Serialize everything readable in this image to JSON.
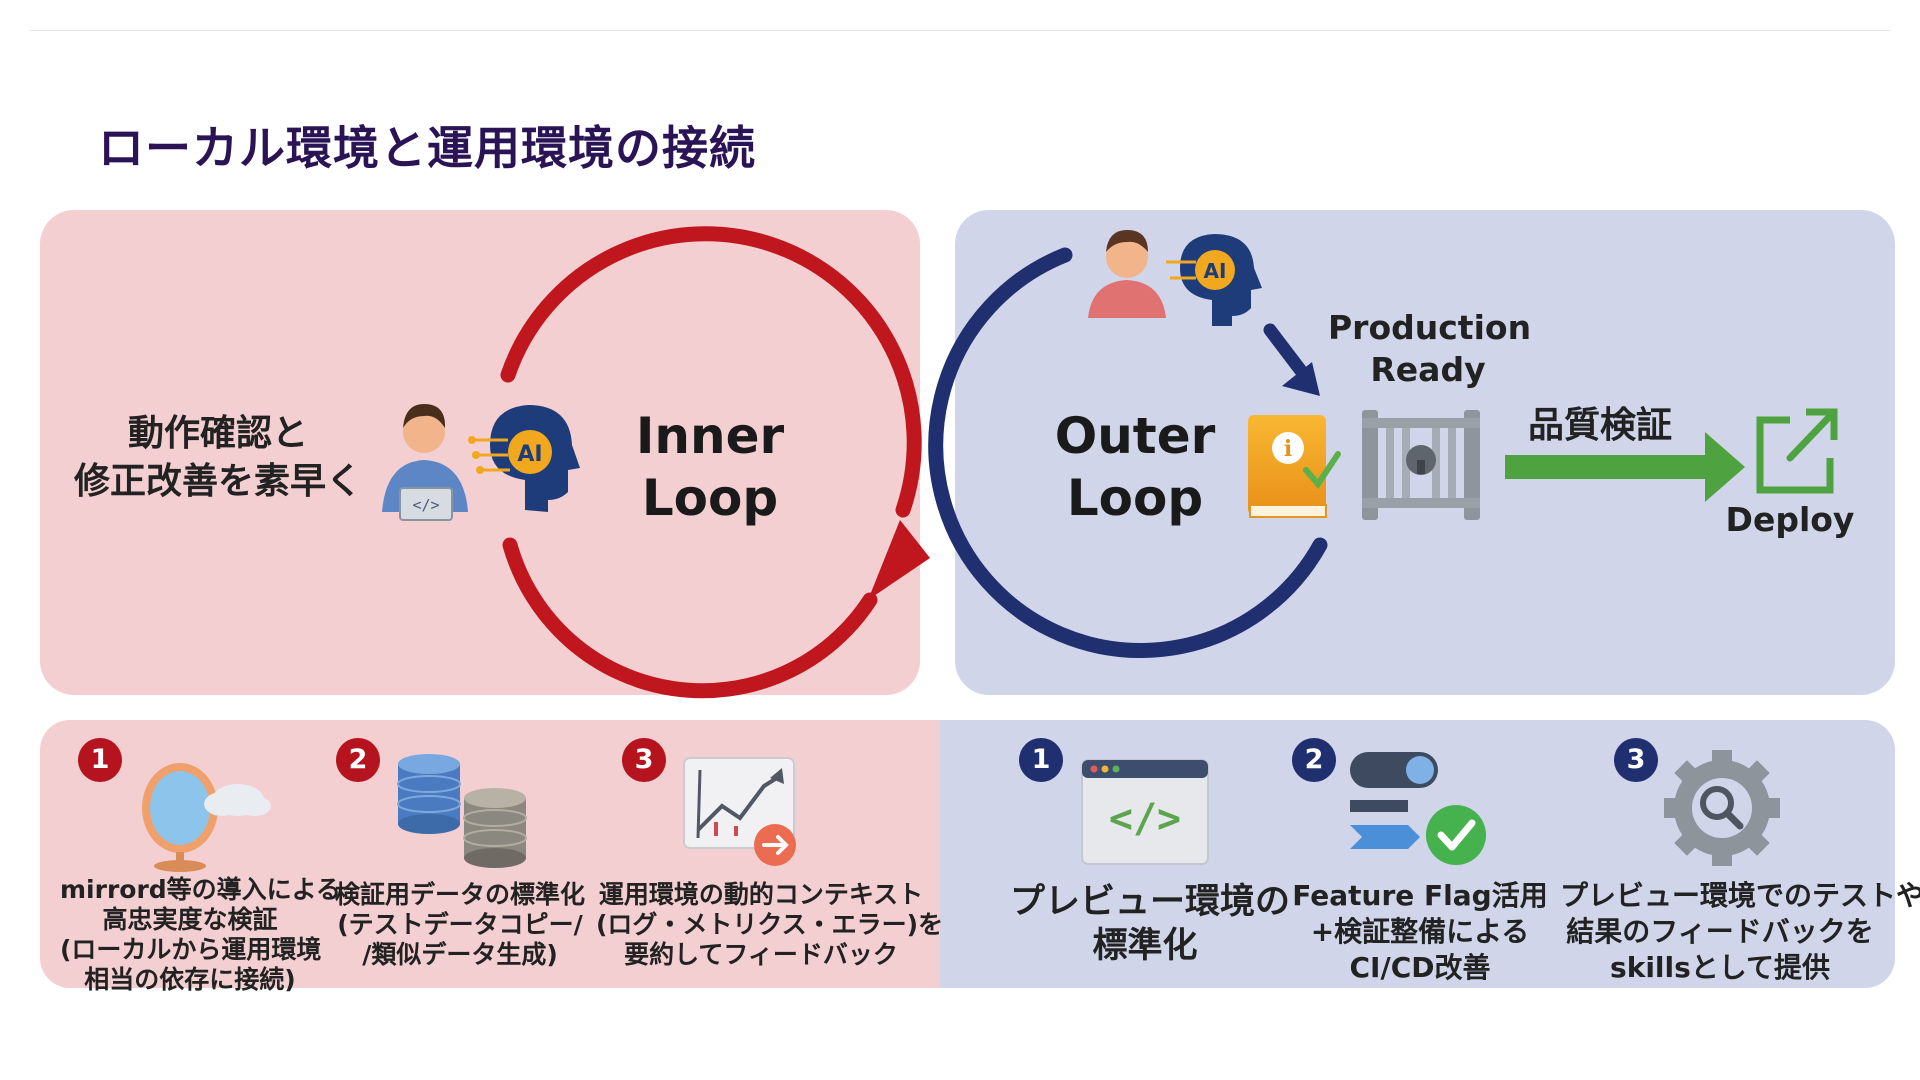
{
  "title": "ローカル環境と運用環境の接続",
  "inner": {
    "description_lines": [
      "動作確認と",
      "修正改善を素早く"
    ],
    "loop_lines": [
      "Inner",
      "Loop"
    ],
    "ai_label": "AI"
  },
  "outer": {
    "loop_lines": [
      "Outer",
      "Loop"
    ],
    "ai_label": "AI",
    "production_lines": [
      "Production",
      "Ready"
    ],
    "quality_label": "品質検証",
    "deploy_label": "Deploy"
  },
  "inner_items": [
    {
      "number": "1",
      "icon": "mirror-cloud-icon",
      "lines": [
        "mirrord等の導入による",
        "高忠実度な検証",
        "(ローカルから運用環境",
        "相当の依存に接続)"
      ]
    },
    {
      "number": "2",
      "icon": "database-icon",
      "lines": [
        "検証用データの標準化",
        "(テストデータコピー/",
        "/類似データ生成)"
      ]
    },
    {
      "number": "3",
      "icon": "chart-arrow-icon",
      "lines": [
        "運用環境の動的コンテキスト",
        "(ログ・メトリクス・エラー)を",
        "要約してフィードバック"
      ]
    }
  ],
  "outer_items": [
    {
      "number": "1",
      "icon": "code-window-icon",
      "lines": [
        "プレビュー環境の",
        "標準化"
      ]
    },
    {
      "number": "2",
      "icon": "toggle-check-icon",
      "lines": [
        "Feature Flag活用",
        "+検証整備による",
        "CI/CD改善"
      ]
    },
    {
      "number": "3",
      "icon": "gear-search-icon",
      "lines": [
        "プレビュー環境でのテストや",
        "結果のフィードバックを",
        "skillsとして提供"
      ]
    }
  ],
  "colors": {
    "inner_bg": "#f3cfd2",
    "outer_bg": "#d0d5ea",
    "inner_loop": "#c0161d",
    "outer_loop": "#1f2f6f",
    "quality_arrow": "#4ea340",
    "title": "#2a1456"
  }
}
